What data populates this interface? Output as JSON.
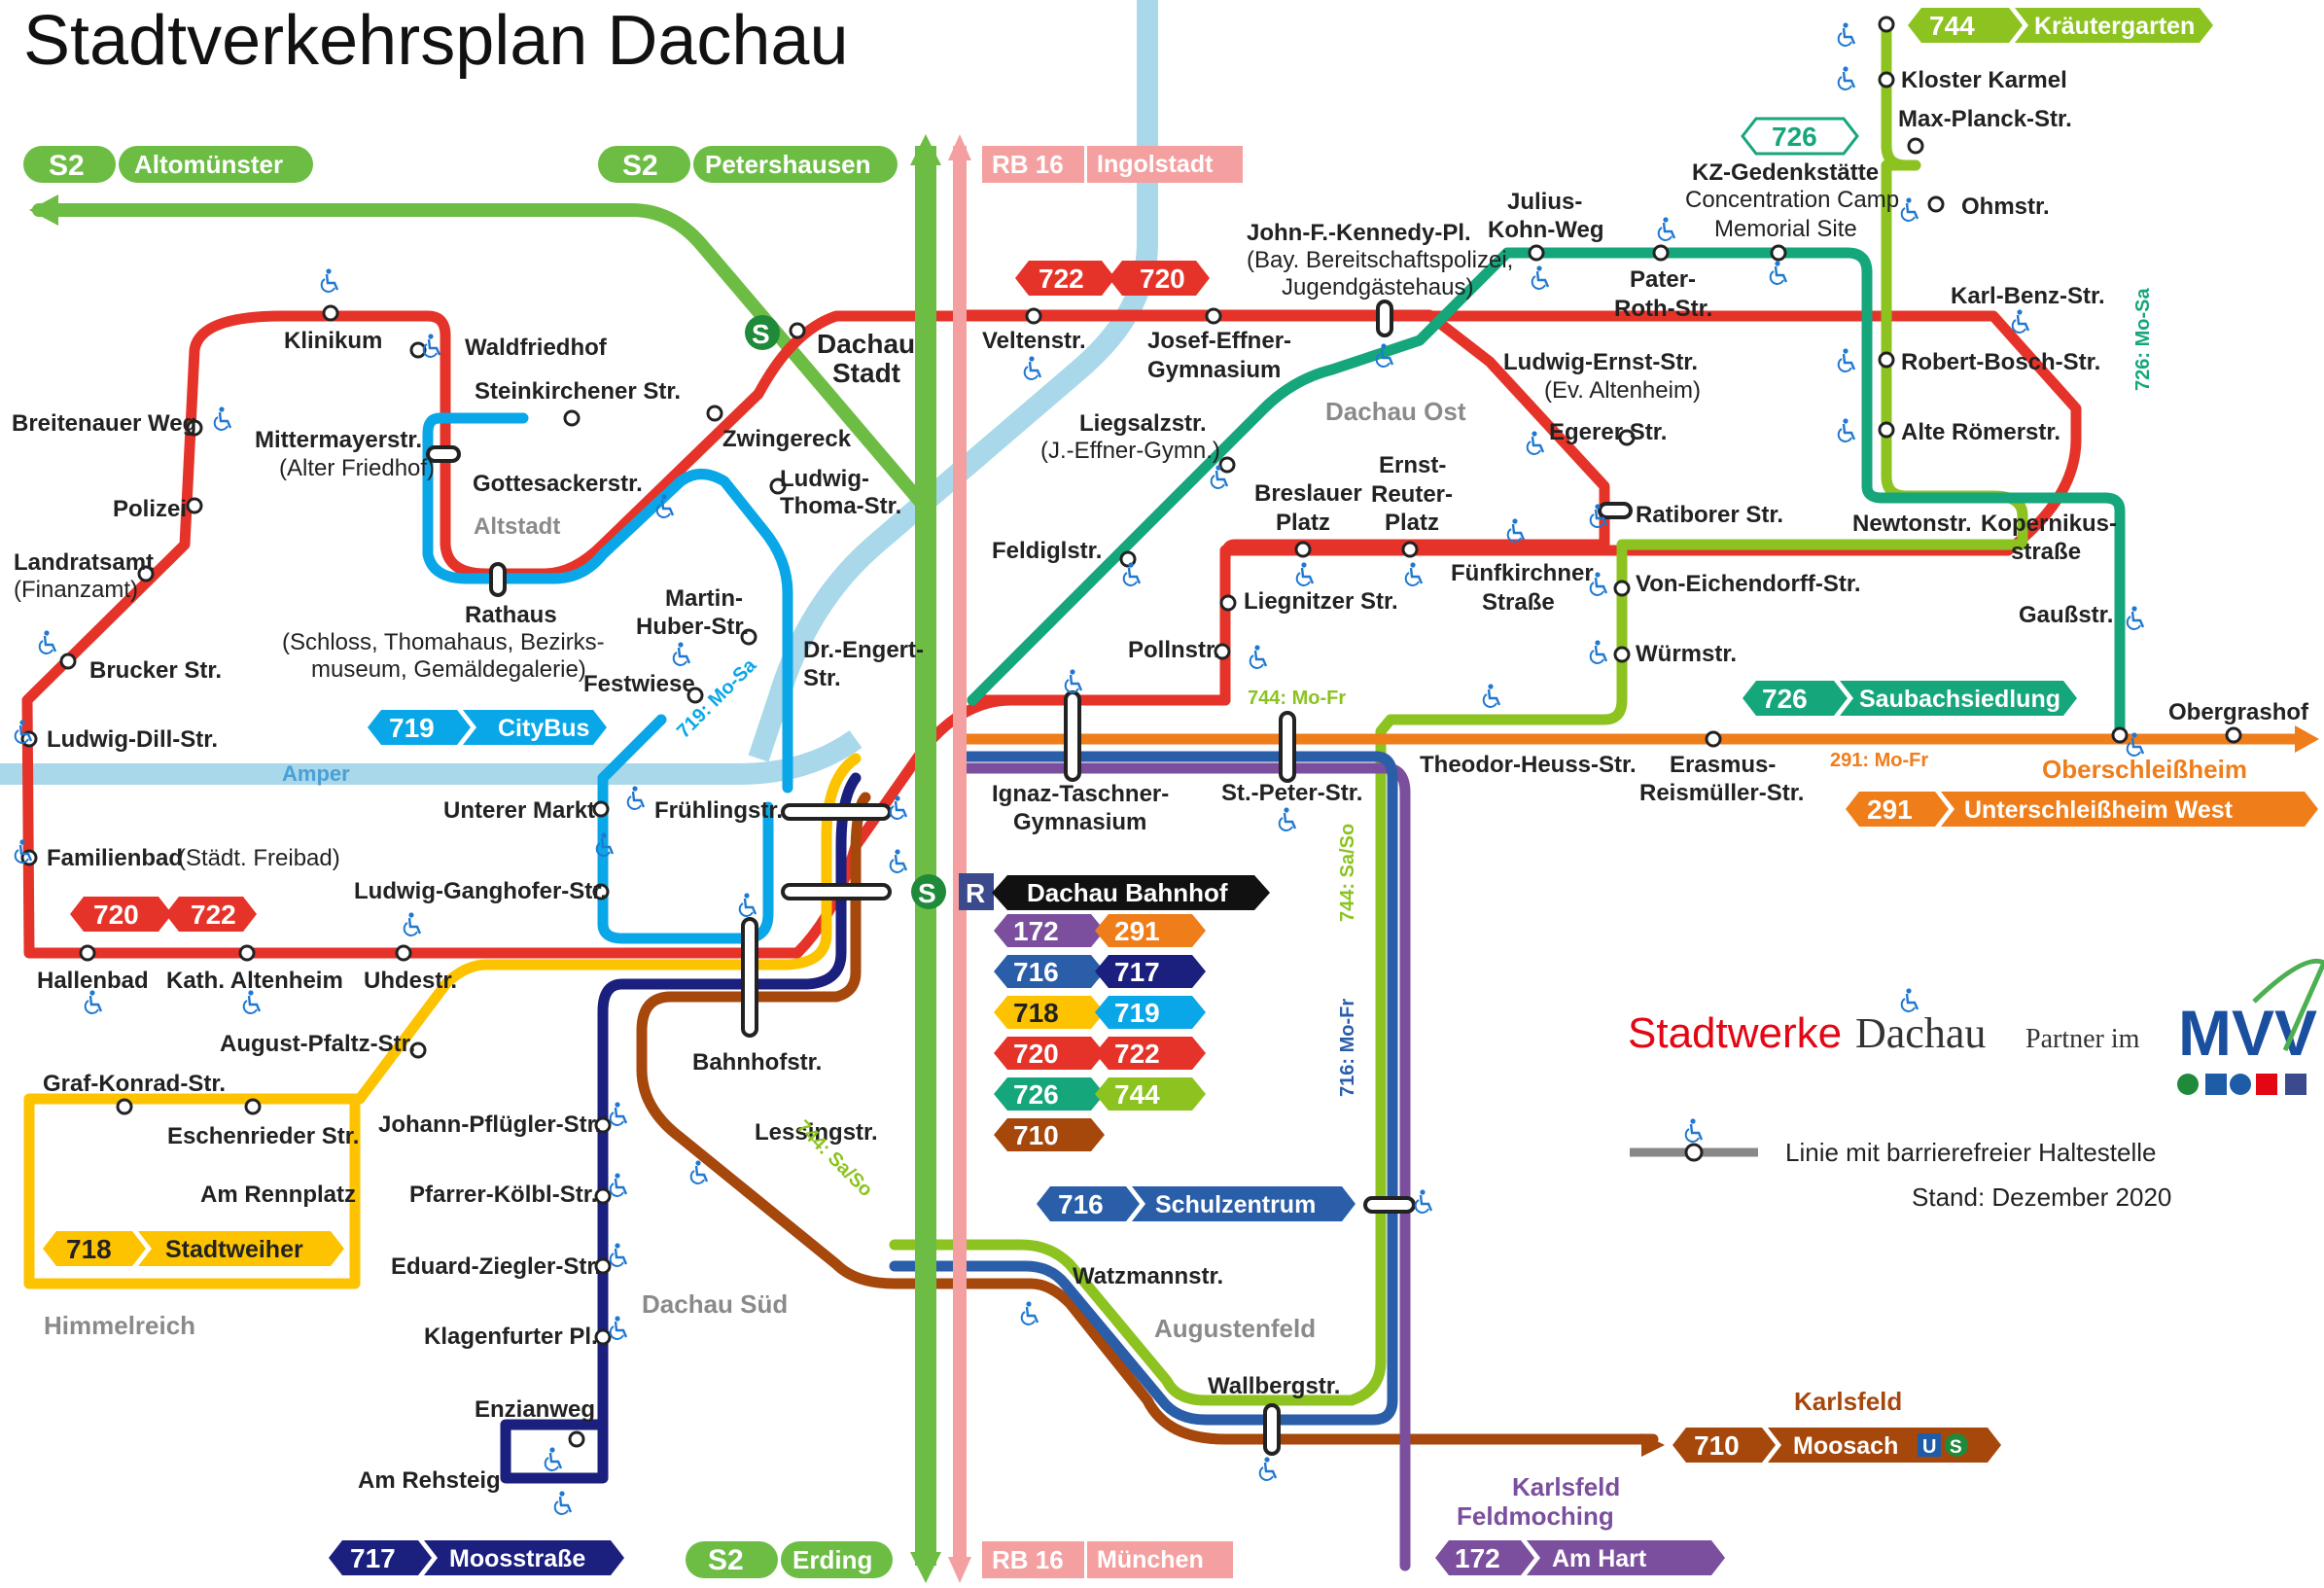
{
  "title": "Stadtverkehrsplan Dachau",
  "rail": {
    "s2_west": {
      "line": "S2",
      "dest": "Altomünster"
    },
    "s2_north": {
      "line": "S2",
      "dest": "Petershausen"
    },
    "s2_south": {
      "line": "S2",
      "dest": "Erding"
    },
    "rb_north": {
      "line": "RB 16",
      "dest": "Ingolstadt"
    },
    "rb_south": {
      "line": "RB 16",
      "dest": "München"
    }
  },
  "areas": {
    "altstadt": "Altstadt",
    "dachau_ost": "Dachau Ost",
    "dachau_sued": "Dachau Süd",
    "augustenfeld": "Augustenfeld",
    "himmelreich": "Himmelreich",
    "amper": "Amper"
  },
  "stops": {
    "klinikum": "Klinikum",
    "waldfriedhof": "Waldfriedhof",
    "breitenauer": "Breitenauer Weg",
    "mittermayer": "Mittermayerstr.",
    "mittermayer_sub": "(Alter Friedhof)",
    "steinkirchener": "Steinkirchener Str.",
    "polizei": "Polizei",
    "landratsamt": "Landratsamt",
    "landratsamt_sub": "(Finanzamt)",
    "gottesacker": "Gottesackerstr.",
    "zwingereck": "Zwingereck",
    "dachau_stadt1": "Dachau",
    "dachau_stadt2": "Stadt",
    "ludwig_thoma1": "Ludwig-",
    "ludwig_thoma2": "Thoma-Str.",
    "rathaus": "Rathaus",
    "rathaus_sub1": "(Schloss, Thomahaus, Bezirks-",
    "rathaus_sub2": "museum, Gemäldegalerie)",
    "brucker": "Brucker Str.",
    "martin_huber1": "Martin-",
    "martin_huber2": "Huber-Str.",
    "dr_engert1": "Dr.-Engert-",
    "dr_engert2": "Str.",
    "festwiese": "Festwiese",
    "ludwig_dill": "Ludwig-Dill-Str.",
    "unterer_markt": "Unterer Markt",
    "fruehlings": "Frühlingstr.",
    "familienbad": "Familienbad",
    "familienbad_sub": "(Städt. Freibad)",
    "ludwig_ganghofer": "Ludwig-Ganghofer-Str.",
    "hallenbad": "Hallenbad",
    "kath_altenheim": "Kath. Altenheim",
    "uhdestr": "Uhdestr.",
    "august_pfaltz": "August-Pfaltz-Str.",
    "bahnhofstr": "Bahnhofstr.",
    "graf_konrad": "Graf-Konrad-Str.",
    "eschenrieder": "Eschenrieder Str.",
    "johann_pfluegler": "Johann-Pflügler-Str.",
    "am_rennplatz": "Am Rennplatz",
    "pfarrer_koelbl": "Pfarrer-Kölbl-Str.",
    "lessing": "Lessingstr.",
    "eduard_ziegler": "Eduard-Ziegler-Str.",
    "klagenfurter": "Klagenfurter Pl.",
    "enzianweg": "Enzianweg",
    "am_rehsteig": "Am Rehsteig",
    "veltenstr": "Veltenstr.",
    "josef_effner1": "Josef-Effner-",
    "josef_effner2": "Gymnasium",
    "jfk1": "John-F.-Kennedy-Pl.",
    "jfk2": "(Bay. Bereitschaftspolizei,",
    "jfk3": "Jugendgästehaus)",
    "julius_kohn1": "Julius-",
    "julius_kohn2": "Kohn-Weg",
    "pater_roth1": "Pater-",
    "pater_roth2": "Roth-Str.",
    "kz1": "KZ-Gedenkstätte",
    "kz2": "Concentration Camp",
    "kz3": "Memorial Site",
    "liegsalz1": "Liegsalzstr.",
    "liegsalz2": "(J.-Effner-Gymn.)",
    "ludwig_ernst1": "Ludwig-Ernst-Str.",
    "ludwig_ernst2": "(Ev. Altenheim)",
    "egerer": "Egerer Str.",
    "breslauer1": "Breslauer",
    "breslauer2": "Platz",
    "ernst_reuter1": "Ernst-",
    "ernst_reuter2": "Reuter-",
    "ernst_reuter3": "Platz",
    "ratiborer": "Ratiborer Str.",
    "feldigl": "Feldiglstr.",
    "liegnitzer": "Liegnitzer Str.",
    "fuenfkirchner1": "Fünfkirchner",
    "fuenfkirchner2": "Straße",
    "von_eichendorff": "Von-Eichendorff-Str.",
    "pollnstr": "Pollnstr.",
    "wuermstr": "Würmstr.",
    "ignaz1": "Ignaz-Taschner-",
    "ignaz2": "Gymnasium",
    "st_peter": "St.-Peter-Str.",
    "theodor_heuss": "Theodor-Heuss-Str.",
    "erasmus1": "Erasmus-",
    "erasmus2": "Reismüller-Str.",
    "obergrashof": "Obergrashof",
    "watzmann": "Watzmannstr.",
    "wallberg": "Wallbergstr.",
    "kloster_karmel": "Kloster Karmel",
    "max_planck": "Max-Planck-Str.",
    "ohmstr": "Ohmstr.",
    "karl_benz": "Karl-Benz-Str.",
    "robert_bosch": "Robert-Bosch-Str.",
    "alte_roemer": "Alte Römerstr.",
    "newton": "Newtonstr.",
    "kopernikus1": "Kopernikus-",
    "kopernikus2": "straße",
    "gauss": "Gaußstr."
  },
  "line_notes": {
    "n719": "719: Mo-Sa",
    "n744_mofr": "744: Mo-Fr",
    "n744_saso_a": "744: Sa/So",
    "n744_saso_b": "744: Sa/So",
    "n716_mofr": "716: Mo-Fr",
    "n726_mosa": "726: Mo-Sa",
    "n291_mofr": "291: Mo-Fr"
  },
  "badges": {
    "b719": {
      "num": "719",
      "dest": "CityBus",
      "color": "#0aa7e8"
    },
    "b720_722_w": {
      "a": "720",
      "b": "722",
      "color": "#e6332a"
    },
    "b722_720_e": {
      "a": "722",
      "b": "720",
      "color": "#e6332a"
    },
    "b718": {
      "num": "718",
      "dest": "Stadtweiher",
      "color": "#fdc300"
    },
    "b717": {
      "num": "717",
      "dest": "Moosstraße",
      "color": "#1b1f7e"
    },
    "b726_top": {
      "num": "726",
      "color": "#16a67c"
    },
    "b726": {
      "num": "726",
      "dest": "Saubachsiedlung",
      "color": "#16a67c"
    },
    "b744": {
      "num": "744",
      "dest": "Kräutergarten",
      "color": "#8cc320"
    },
    "b716": {
      "num": "716",
      "dest": "Schulzentrum",
      "color": "#2a5ea8"
    },
    "b710": {
      "num": "710",
      "dest": "Moosach",
      "color": "#a6470c"
    },
    "b710_top": "Karlsfeld",
    "b291": {
      "num": "291",
      "dest": "Unterschleißheim West",
      "color": "#ef7d1a"
    },
    "b291_top": "Oberschleißheim",
    "b172": {
      "num": "172",
      "dest": "Am Hart",
      "color": "#7b4f9d"
    },
    "b172_top1": "Karlsfeld",
    "b172_top2": "Feldmoching"
  },
  "hub": {
    "title": "Dachau Bahnhof",
    "lines": [
      {
        "num": "172",
        "color": "#7b4f9d"
      },
      {
        "num": "291",
        "color": "#ef7d1a"
      },
      {
        "num": "716",
        "color": "#2a5ea8"
      },
      {
        "num": "717",
        "color": "#1b1f7e"
      },
      {
        "num": "718",
        "color": "#fdc300"
      },
      {
        "num": "719",
        "color": "#0aa7e8"
      },
      {
        "num": "720",
        "color": "#e6332a"
      },
      {
        "num": "722",
        "color": "#e6332a"
      },
      {
        "num": "726",
        "color": "#16a67c"
      },
      {
        "num": "744",
        "color": "#8cc320"
      },
      {
        "num": "710",
        "color": "#a6470c"
      }
    ]
  },
  "legend": {
    "brand1": "Stadtwerke",
    "brand2": "Dachau",
    "partner": "Partner im",
    "mvv": "MVV",
    "stopdesc": "Linie mit barrierefreier Haltestelle",
    "stand": "Stand: Dezember 2020"
  },
  "colors": {
    "s2": "#6dbd45",
    "rb": "#f4a0a0",
    "red": "#e6332a",
    "cyan": "#0aa7e8",
    "yellow": "#fdc300",
    "navy": "#1b1f7e",
    "teal": "#16a67c",
    "lime": "#8cc320",
    "purple": "#7b4f9d",
    "orange": "#ef7d1a",
    "brown": "#a6470c",
    "blue716": "#2a5ea8",
    "water": "#a8d8ea",
    "access": "#1f78d1"
  }
}
